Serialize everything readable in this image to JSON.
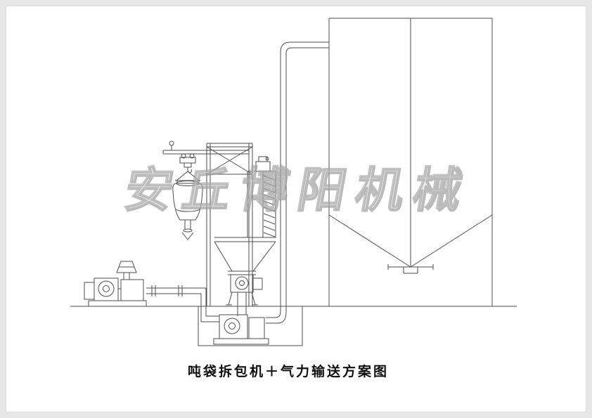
{
  "colors": {
    "frame-bg": "#e7e7e7",
    "canvas-bg": "#ffffff",
    "line": "#4d4d4d",
    "caption": "#111111"
  },
  "watermark": {
    "text": "安丘博阳机械"
  },
  "caption": {
    "text": "吨袋拆包机＋气力输送方案图"
  },
  "diagram": {
    "components": [
      "monorail-hoist",
      "ton-bag",
      "bag-unpacker",
      "discharge-hopper",
      "rotary-valve",
      "support-frame",
      "conveying-pipe",
      "storage-silo",
      "roots-blower",
      "blower-discharge-pipe",
      "equipment-pit",
      "pit-conveying-pump",
      "ground-line"
    ]
  }
}
